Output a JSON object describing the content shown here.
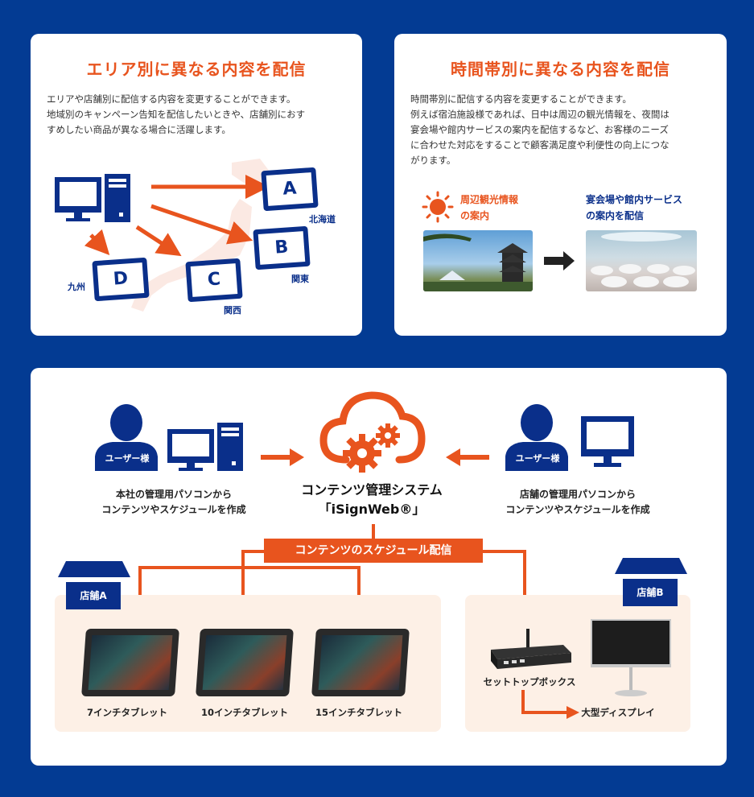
{
  "area": {
    "title": "エリア別に異なる内容を配信",
    "desc": [
      "エリアや店舗別に配信する内容を変更することができます。",
      "地域別のキャンペーン告知を配信したいときや、店舗別におす",
      "すめしたい商品が異なる場合に活躍します。"
    ],
    "screens": [
      "A",
      "B",
      "C",
      "D"
    ],
    "regions": {
      "a": "北海道",
      "b": "関東",
      "c": "関西",
      "d": "九州"
    }
  },
  "time": {
    "title": "時間帯別に異なる内容を配信",
    "desc": [
      "時間帯別に配信する内容を変更することができます。",
      "例えば宿泊施設様であれば、日中は周辺の観光情報を、夜間は",
      "宴会場や館内サービスの案内を配信するなど、お客様のニーズ",
      "に合わせた対応をすることで顧客満足度や利便性の向上につな",
      "がります。"
    ],
    "day_label": [
      "周辺観光情報",
      "の案内"
    ],
    "night_label": [
      "宴会場や館内サービス",
      "の案内を配信"
    ]
  },
  "system": {
    "user_badge": "ユーザー様",
    "left_caption": [
      "本社の管理用パソコンから",
      "コンテンツやスケジュールを作成"
    ],
    "right_caption": [
      "店舗の管理用パソコンから",
      "コンテンツやスケジュールを作成"
    ],
    "title": "コンテンツ管理システム",
    "product": "「iSignWeb®」",
    "schedule_label": "コンテンツのスケジュール配信",
    "shop_a": "店舗A",
    "shop_b": "店舗B",
    "tablets": [
      "7インチタブレット",
      "10インチタブレット",
      "15インチタブレット"
    ],
    "stb": "セットトップボックス",
    "display": "大型ディスプレイ"
  },
  "colors": {
    "navy": "#0a2f8a",
    "orange": "#e8541e",
    "background": "#033b93",
    "panel": "#fdf0e6"
  }
}
